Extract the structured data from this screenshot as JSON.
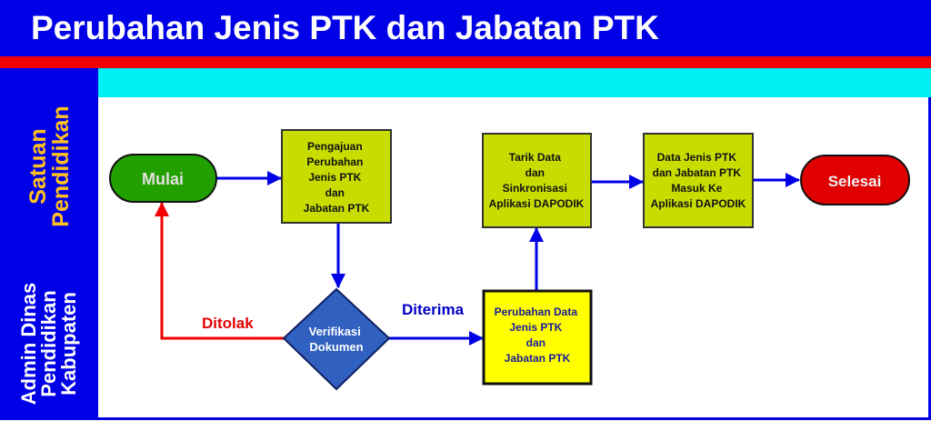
{
  "title": "Perubahan Jenis PTK dan Jabatan PTK",
  "lanes": [
    {
      "lines": [
        "Satuan",
        "Pendidikan"
      ]
    },
    {
      "lines": [
        "Admin Dinas",
        "Pendidikan",
        "Kabupaten"
      ]
    }
  ],
  "nodes": {
    "start": "Mulai",
    "submit": [
      "Pengajuan",
      "Perubahan",
      "Jenis PTK",
      "dan",
      "Jabatan PTK"
    ],
    "verify": [
      "Verifikasi",
      "Dokumen"
    ],
    "change": [
      "Perubahan Data",
      "Jenis PTK",
      "dan",
      "Jabatan PTK"
    ],
    "sync": [
      "Tarik Data",
      "dan",
      "Sinkronisasi",
      "Aplikasi DAPODIK"
    ],
    "result": [
      "Data Jenis PTK",
      "dan Jabatan PTK",
      "Masuk Ke",
      "Aplikasi DAPODIK"
    ],
    "end": "Selesai"
  },
  "edges": {
    "rejected": "Ditolak",
    "accepted": "Diterima"
  },
  "colors": {
    "blue": "#0000e6",
    "red": "#f00000",
    "cyan": "#00f0f4",
    "box": "#c8dc00",
    "yellow": "#ffff00",
    "start": "#22a000",
    "end": "#e00000",
    "diamond": "#3060c0"
  }
}
